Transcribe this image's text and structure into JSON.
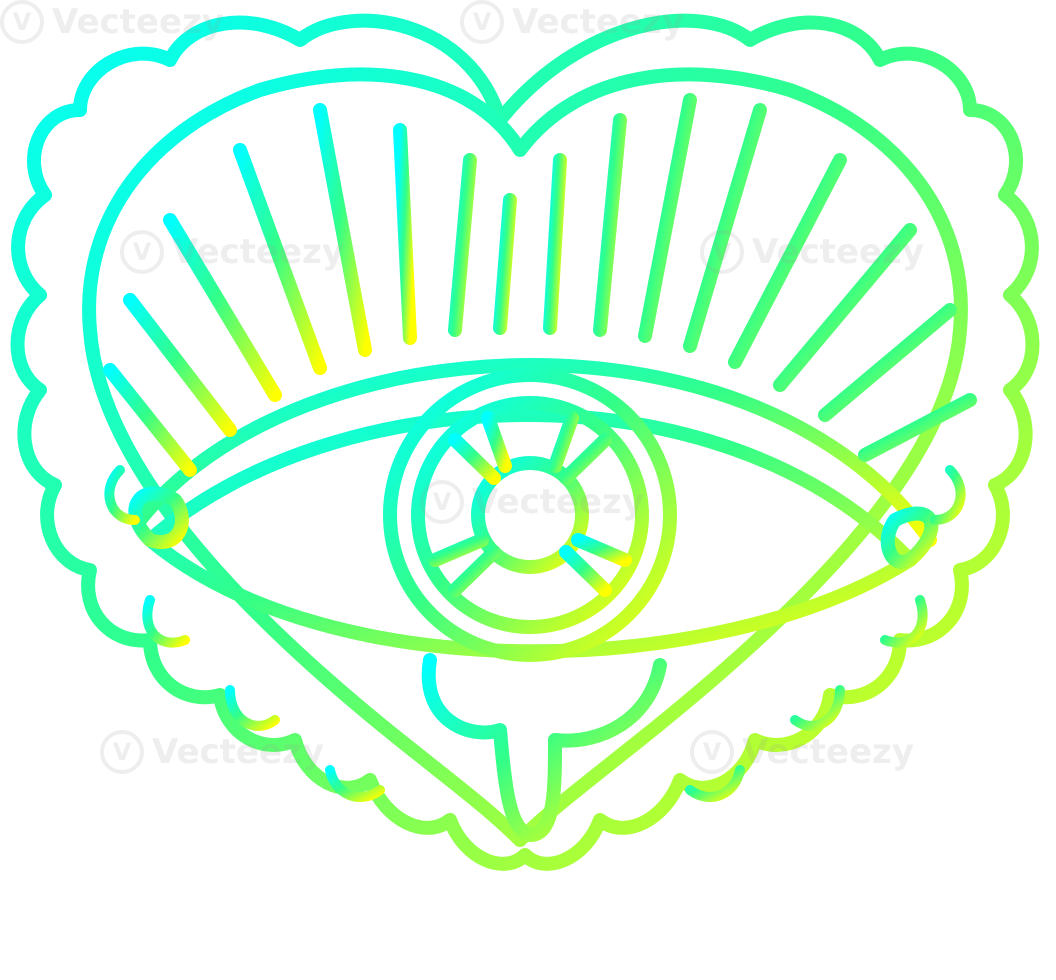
{
  "image": {
    "subject": "",
    "colors": {
      "gradient_start": "#00ffff",
      "gradient_mid": "#33ff88",
      "gradient_end": "#ffff00",
      "background": "#ffffff"
    },
    "icons": [
      "heart-icon",
      "eye-icon",
      "tear-icon"
    ]
  },
  "watermark": {
    "text": "Vecteezy",
    "glyph": "V",
    "instances": [
      "wm-top-left",
      "wm-top-right",
      "wm-mid-left",
      "wm-mid-right",
      "wm-center",
      "wm-low-left",
      "wm-low-right"
    ]
  }
}
